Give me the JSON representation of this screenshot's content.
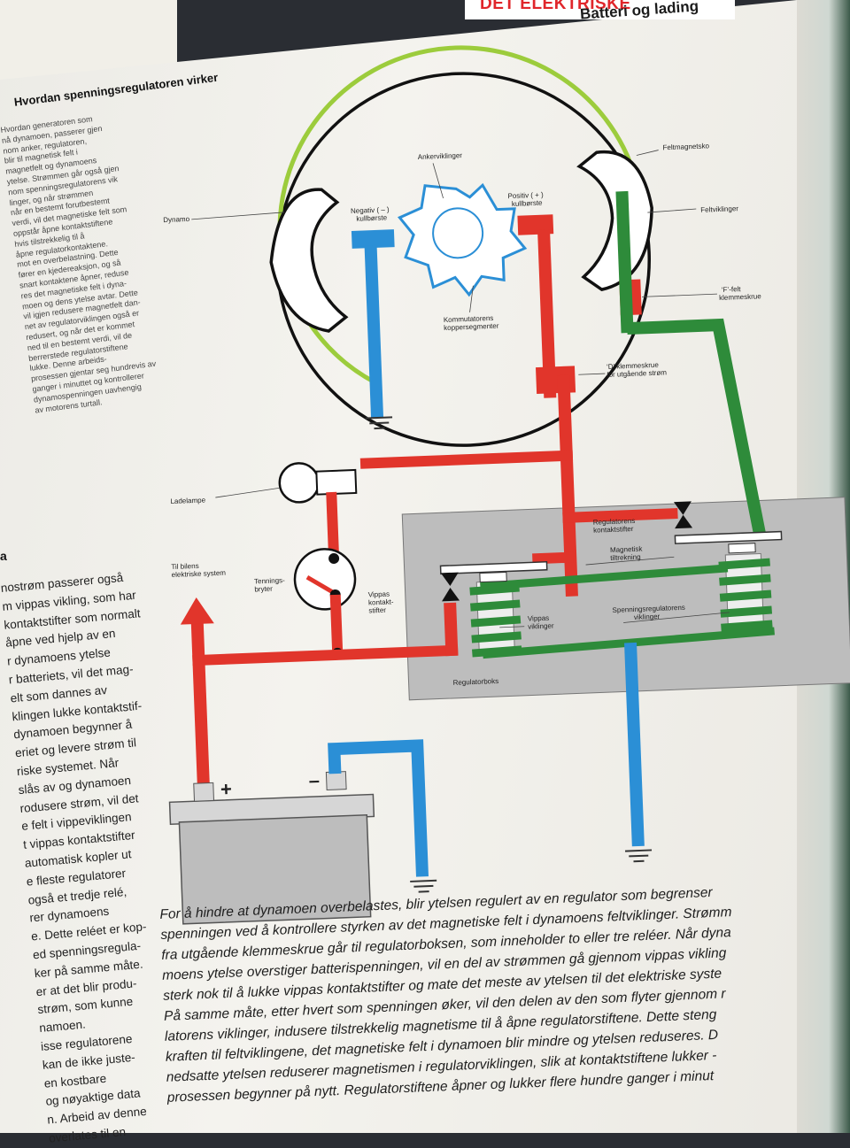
{
  "header": {
    "section_label": "DET ELEKTRISKE",
    "title": "Batteri og lading"
  },
  "diagram": {
    "title": "Hvordan spenningsregulatoren virker",
    "labels": {
      "dynamo": "Dynamo",
      "ankerviklinger": "Ankerviklinger",
      "feltmagnetsko": "Feltmagnetsko",
      "negativ_kullborste": [
        "Negativ ( – )",
        "kullbørste"
      ],
      "positiv_kullborste": [
        "Positiv ( + )",
        "kullbørste"
      ],
      "feltviklinger": "Feltviklinger",
      "kommutator": [
        "Kommutatorens",
        "koppersegmenter"
      ],
      "f_felt": [
        "‘F’-felt",
        "klemmeskrue"
      ],
      "d_klemmeskrue": [
        "‘D’ klemmeskrue",
        "for utgående strøm"
      ],
      "ladelampe": "Ladelampe",
      "til_bilens": [
        "Til bilens",
        "elektriske system"
      ],
      "tenningsbryter": [
        "Tennings-",
        "bryter"
      ],
      "vippas_kontaktstifter": [
        "Vippas",
        "kontakt-",
        "stifter"
      ],
      "regulatorens_kontaktstifter": [
        "Regulatorens",
        "kontaktstifter"
      ],
      "magnetisk_tiltrekning": [
        "Magnetisk",
        "tiltrekning"
      ],
      "vippas_viklinger": [
        "Vippas",
        "viklinger"
      ],
      "spenningsregulatorens_viklinger": [
        "Spenningsregulatorens",
        "viklinger"
      ],
      "regulatorboks": "Regulatorboks",
      "plus": "+",
      "minus": "–"
    },
    "colors": {
      "red": "#e1352b",
      "green": "#2e8b3a",
      "light_green": "#9ccc3c",
      "blue": "#2b8fd6",
      "grey_box": "#bdbdbd"
    }
  },
  "left_column": {
    "heading": "Hvordan spenningsregulatoren virker",
    "small_lines": [
      "Hvordan generatoren som",
      "nå dynamoen, passerer gjen",
      "nom anker, regulatoren,",
      "blir til magnetisk felt i",
      "magnetfelt og dynamoens",
      "ytelse. Strømmen går også gjen",
      "nom spenningsregulatorens vik",
      "linger, og når strømmen",
      "når en bestemt forutbestemt",
      "verdi, vil det magnetiske felt som",
      "oppstår åpne kontaktstiftene",
      "hvis tilstrekkelig til å",
      "åpne regulatorkontaktene.",
      "mot en overbelastning. Dette",
      "fører en kjedereaksjon, og så",
      "snart kontaktene åpner, reduse",
      "res det magnetiske felt i dyna-",
      "moen og dens ytelse avtar. Dette",
      "vil igjen redusere magnetfelt dan-",
      "net av regulatorviklingen også er",
      "redusert, og når det er kommet",
      "ned til en bestemt verdi, vil de",
      "berrerstede regulatorstiftene",
      "lukke. Denne arbeids-",
      "prosessen gjentar seg hundrevis av",
      "ganger i minuttet og kontrollerer",
      "dynamospenningen uavhengig",
      "av motorens turtall."
    ],
    "section_letter": "a",
    "bottom_lines": [
      "nostrøm passerer også",
      "m vippas vikling, som har",
      "kontaktstifter som normalt",
      "åpne ved hjelp av en",
      "r dynamoens ytelse",
      "r batteriets, vil det mag-",
      "elt som dannes av",
      "klingen lukke kontaktstif-",
      "dynamoen begynner å",
      "eriet og levere strøm til",
      "riske systemet. Når",
      "slås av og dynamoen",
      "rodusere strøm, vil det",
      "e felt i vippeviklingen",
      "t vippas kontaktstifter",
      "automatisk kopler ut",
      "e fleste regulatorer",
      "også et tredje relé,",
      "rer dynamoens",
      "e. Dette reléet er kop-",
      "ed spenningsregula-",
      "ker på samme måte.",
      "er at det blir produ-",
      "strøm, som kunne",
      "namoen.",
      "isse regulatorene",
      "kan de ikke juste-",
      "en kostbare",
      "og nøyaktige data",
      "n. Arbeid av denne",
      "overlates til en"
    ]
  },
  "caption_lines": [
    "For å hindre at dynamoen overbelastes, blir ytelsen regulert av en regulator som begrenser",
    "spenningen ved å kontrollere styrken av det magnetiske felt i dynamoens feltviklinger. Strømm",
    "fra utgående klemmeskrue går til regulatorboksen, som inneholder to eller tre reléer. Når dyna",
    "moens ytelse overstiger batterispenningen, vil en del av strømmen gå gjennom vippas vikling",
    "sterk nok til å lukke vippas kontaktstifter og mate det meste av ytelsen til det elektriske syste",
    "På samme måte, etter hvert som spenningen øker, vil den delen av den som flyter gjennom r",
    "latorens viklinger, indusere tilstrekkelig magnetisme til å åpne regulatorstiftene. Dette steng",
    "kraften til feltviklingene, det magnetiske felt i dynamoen blir mindre og ytelsen reduseres. D",
    "nedsatte ytelsen reduserer magnetismen i regulatorviklingen, slik at kontaktstiftene lukker -",
    "prosessen begynner på nytt. Regulatorstiftene åpner og lukker flere hundre ganger i minut"
  ]
}
